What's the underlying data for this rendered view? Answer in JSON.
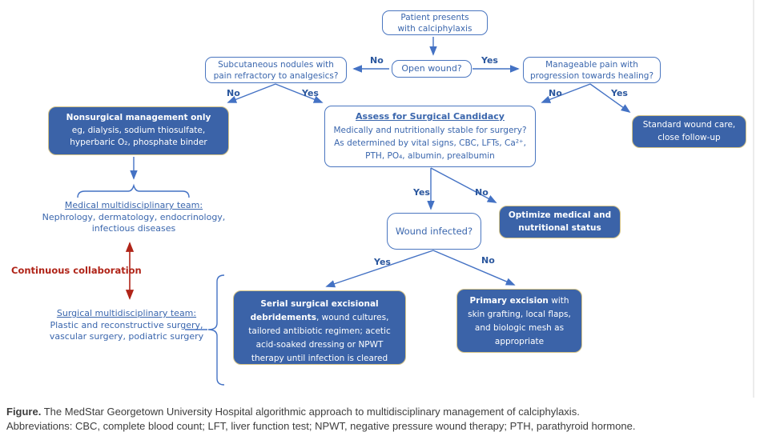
{
  "figure": {
    "boxes": {
      "patient": {
        "lines": [
          "Patient presents",
          "with calciphylaxis"
        ]
      },
      "open_wound": {
        "label": "Open wound?"
      },
      "subcutaneous": {
        "lines": [
          "Subcutaneous nodules with",
          "pain refractory to analgesics?"
        ]
      },
      "manageable": {
        "lines": [
          "Manageable pain with",
          "progression towards healing?"
        ]
      },
      "nonsurgical": {
        "title": "Nonsurgical management only",
        "lines": [
          "eg, dialysis, sodium thiosulfate,",
          "hyperbaric O₂, phosphate binder"
        ]
      },
      "assess": {
        "title": "Assess for Surgical Candidacy",
        "lines": [
          "Medically and nutritionally stable for surgery?",
          "As determined by vital signs, CBC, LFTs, Ca²⁺,",
          "PTH, PO₄, albumin, prealbumin"
        ]
      },
      "standard": {
        "lines": [
          "Standard wound care,",
          "close follow-up"
        ]
      },
      "wound_infected": {
        "label": "Wound infected?"
      },
      "optimize": {
        "lines": [
          "Optimize medical and",
          "nutritional status"
        ]
      },
      "serial": {
        "bold": "Serial surgical excisional debridements",
        "rest": ", wound cultures, tailored antibiotic regimen; acetic acid-soaked dressing or NPWT therapy until infection is cleared"
      },
      "primary": {
        "bold": "Primary excision",
        "rest": " with skin grafting, local flaps, and biologic mesh as appropriate"
      }
    },
    "labels": {
      "yes": "Yes",
      "no": "No"
    },
    "teams": {
      "medical": {
        "title": "Medical multidisciplinary team:",
        "lines": [
          "Nephrology, dermatology, endocrinology,",
          "infectious diseases"
        ]
      },
      "surgical": {
        "title": "Surgical multidisciplinary team:",
        "lines": [
          "Plastic and reconstructive surgery,",
          "vascular surgery, podiatric surgery"
        ]
      },
      "collaboration": "Continuous collaboration"
    },
    "colors": {
      "box_fill_blue": "#3b63a8",
      "box_border_tan": "#d5c386",
      "outline_blue": "#4a76c0",
      "arrow_blue": "#4472c4",
      "label_blue": "#2b579e",
      "red": "#b02418"
    }
  },
  "caption": {
    "label": "Figure.",
    "text": "The MedStar Georgetown University Hospital algorithmic approach to multidisciplinary management of calciphylaxis.",
    "abbreviations": "Abbreviations: CBC, complete blood count; LFT, liver function test; NPWT, negative pressure wound therapy; PTH, parathyroid hormone."
  }
}
